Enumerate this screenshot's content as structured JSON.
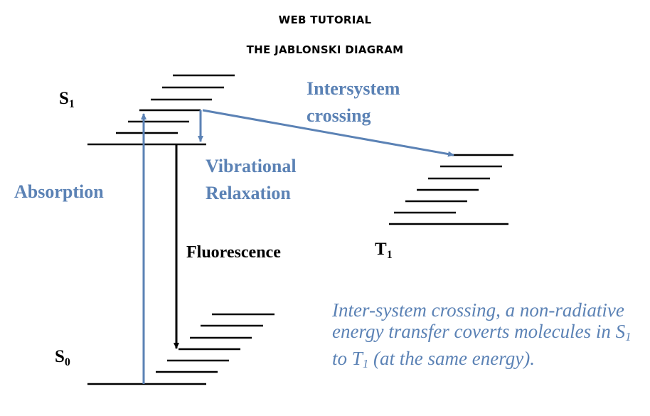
{
  "header": {
    "line1": "WEB TUTORIAL",
    "line2": "THE JABLONSKI DIAGRAM"
  },
  "states": {
    "s1": {
      "letter": "S",
      "sub": "1"
    },
    "s0": {
      "letter": "S",
      "sub": "0"
    },
    "t1": {
      "letter": "T",
      "sub": "1"
    }
  },
  "processes": {
    "absorption": "Absorption",
    "vibrational": [
      "Vibrational",
      "Relaxation"
    ],
    "isc": [
      "Intersystem",
      "crossing"
    ],
    "fluorescence": "Fluorescence"
  },
  "note": {
    "part1": "Inter-system crossing, a non-radiative energy transfer coverts molecules in ",
    "s": "S",
    "s_sub": "1",
    "mid": " to ",
    "t": "T",
    "t_sub": "1",
    "part2": " (at the same energy)."
  },
  "colors": {
    "process_blue": "#5b82b5",
    "level_black": "#000000"
  }
}
